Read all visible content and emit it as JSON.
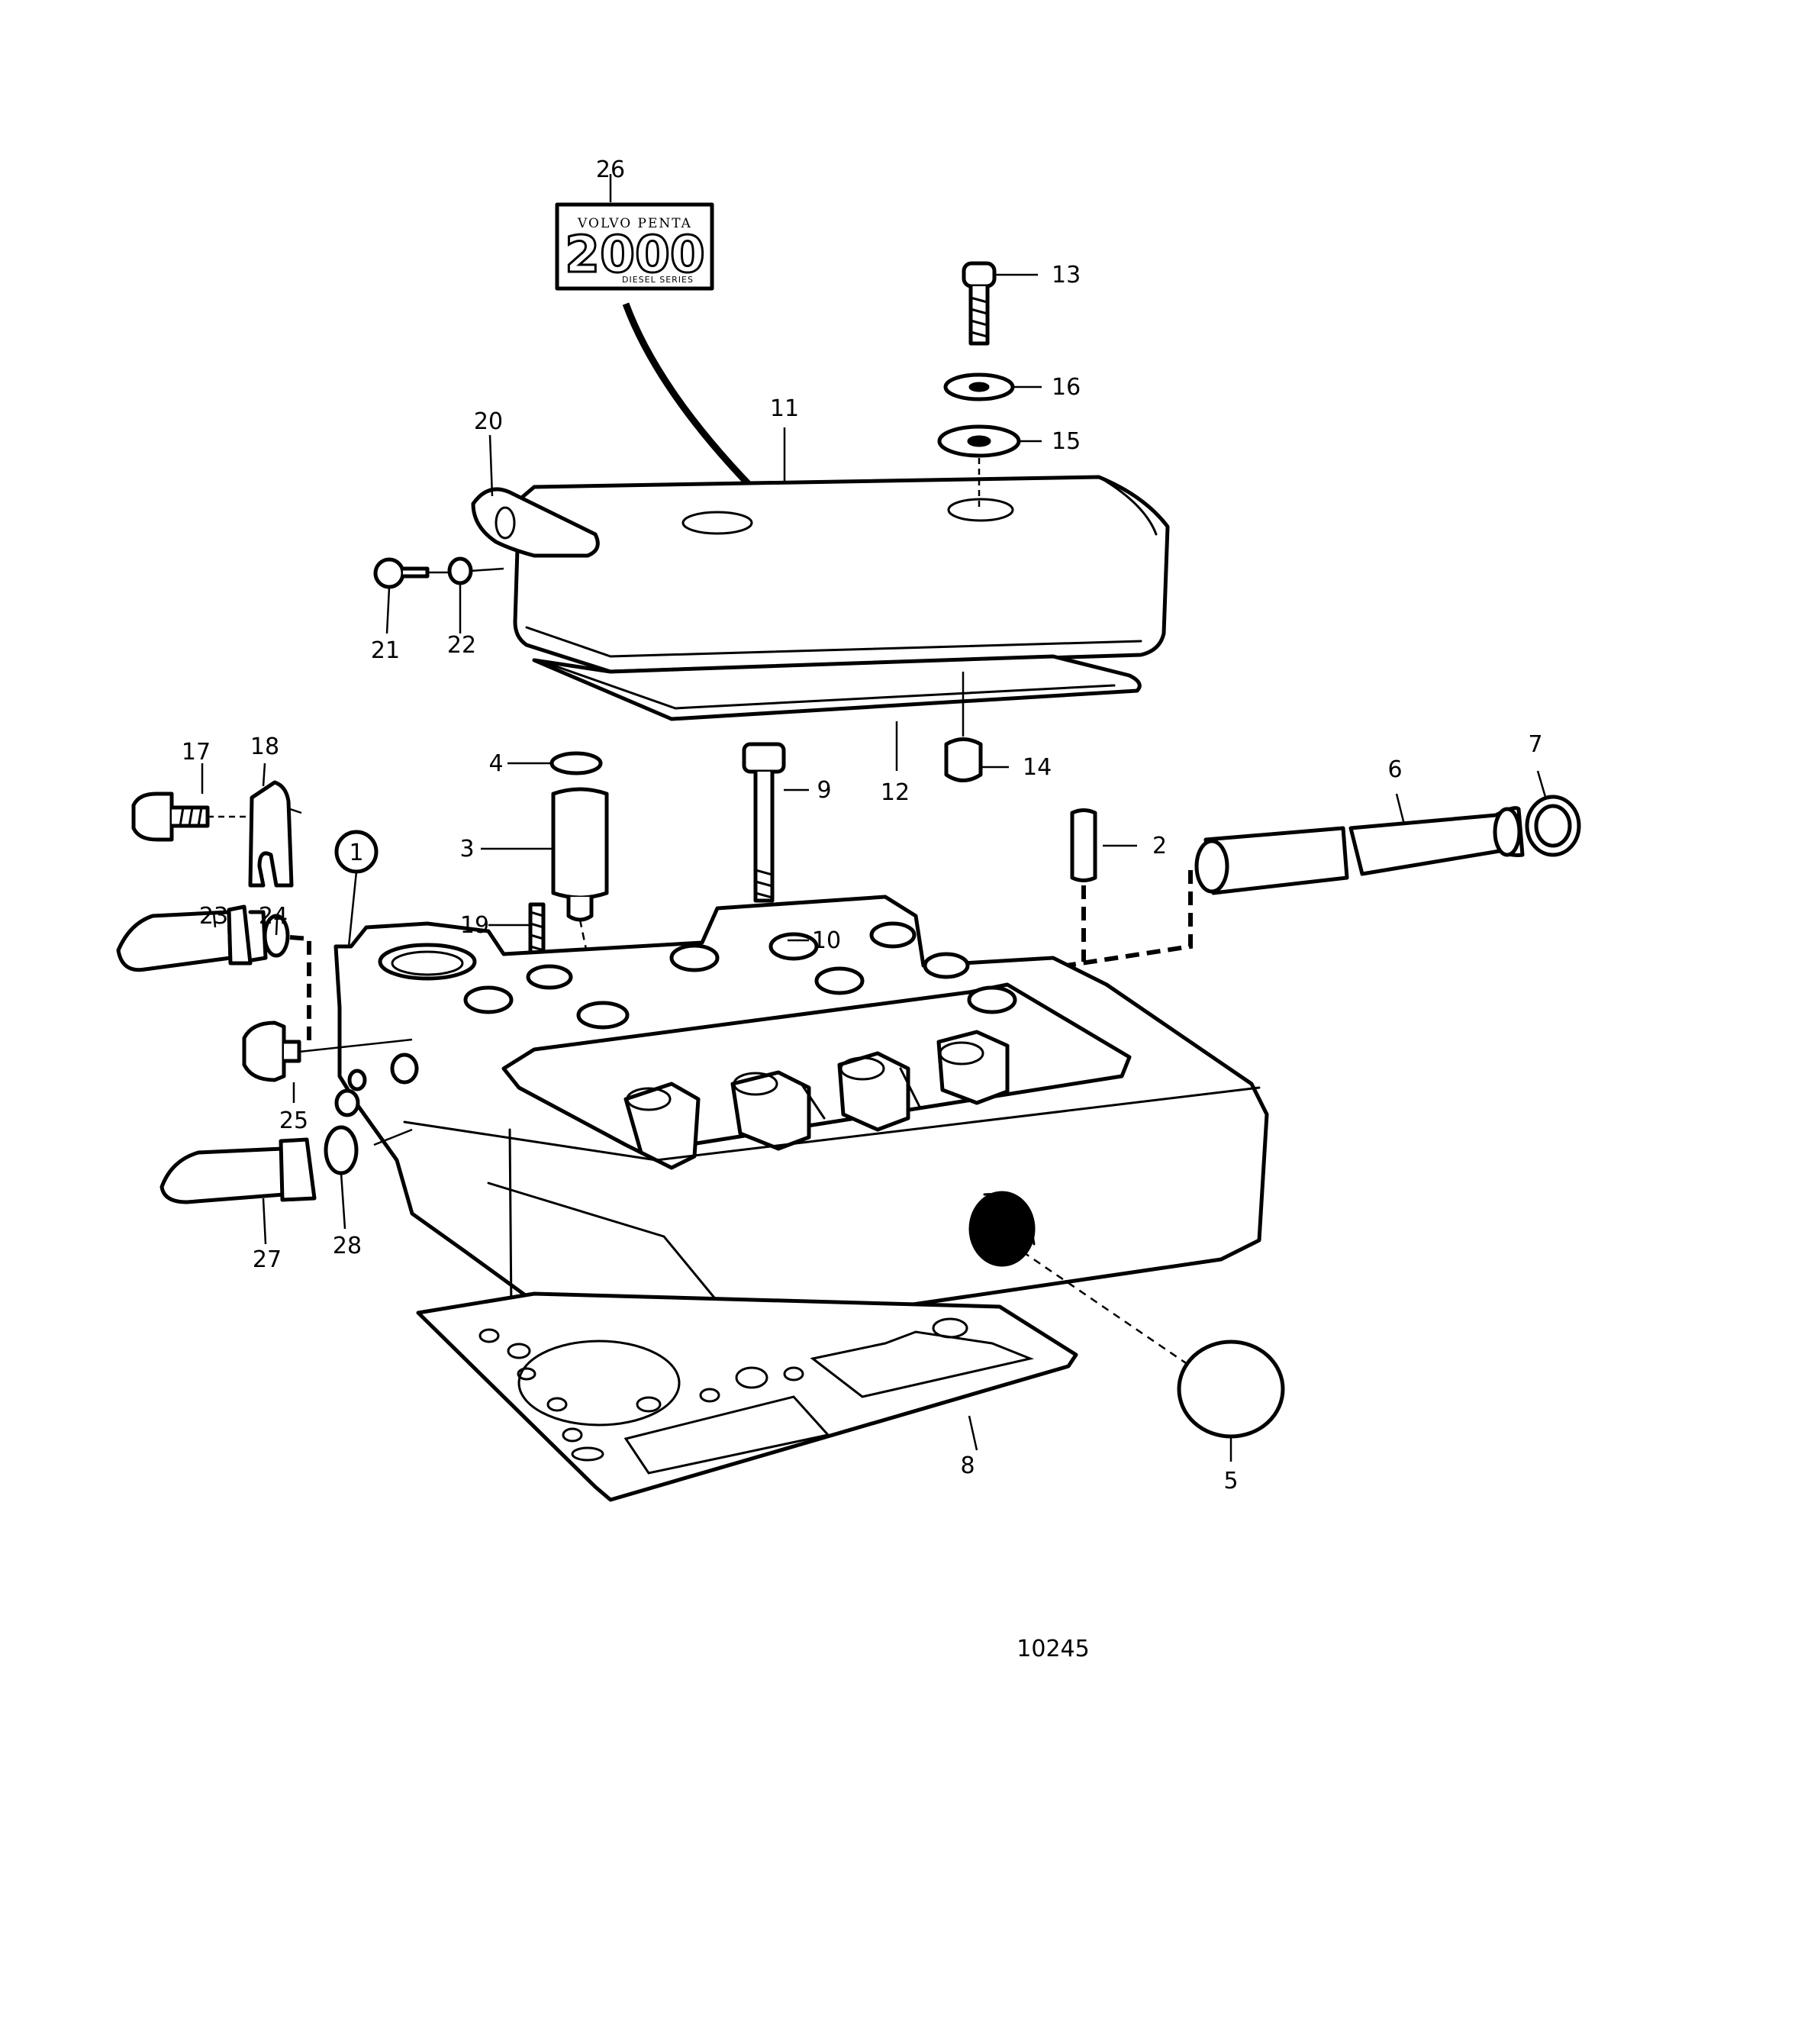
{
  "figure_number": "10245",
  "decal": {
    "line1": "VOLVO PENTA",
    "line2": "2000",
    "line3": "DIESEL SERIES"
  },
  "section_ref": "1",
  "callouts": [
    {
      "id": "c1",
      "text": "2"
    },
    {
      "id": "c2",
      "text": "3"
    },
    {
      "id": "c3",
      "text": "4"
    },
    {
      "id": "c4",
      "text": "5"
    },
    {
      "id": "c5",
      "text": "6"
    },
    {
      "id": "c6",
      "text": "7"
    },
    {
      "id": "c7",
      "text": "8"
    },
    {
      "id": "c8",
      "text": "9"
    },
    {
      "id": "c9",
      "text": "10"
    },
    {
      "id": "c10",
      "text": "11"
    },
    {
      "id": "c11",
      "text": "12"
    },
    {
      "id": "c12",
      "text": "13"
    },
    {
      "id": "c13",
      "text": "14"
    },
    {
      "id": "c14",
      "text": "15"
    },
    {
      "id": "c15",
      "text": "16"
    },
    {
      "id": "c16",
      "text": "17"
    },
    {
      "id": "c17",
      "text": "18"
    },
    {
      "id": "c18",
      "text": "19"
    },
    {
      "id": "c19",
      "text": "20"
    },
    {
      "id": "c20",
      "text": "21"
    },
    {
      "id": "c21",
      "text": "22"
    },
    {
      "id": "c22",
      "text": "23"
    },
    {
      "id": "c23",
      "text": "24"
    },
    {
      "id": "c24",
      "text": "25"
    },
    {
      "id": "c25",
      "text": "26"
    },
    {
      "id": "c26",
      "text": "27"
    },
    {
      "id": "c27",
      "text": "28"
    }
  ]
}
